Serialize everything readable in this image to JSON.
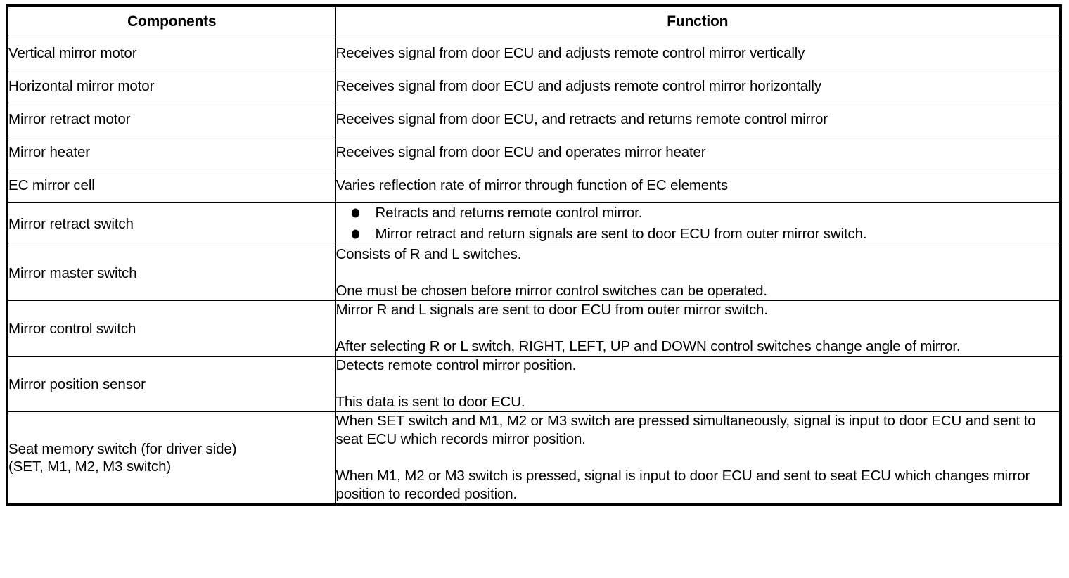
{
  "table": {
    "headers": {
      "components": "Components",
      "function": "Function"
    },
    "rows": [
      {
        "component": "Vertical mirror motor",
        "function": "Receives signal from door ECU and adjusts remote control mirror vertically"
      },
      {
        "component": "Horizontal mirror motor",
        "function": "Receives signal from door ECU and adjusts remote control mirror horizontally"
      },
      {
        "component": "Mirror retract motor",
        "function": "Receives signal from door ECU, and retracts and returns remote control mirror"
      },
      {
        "component": "Mirror heater",
        "function": "Receives signal from door ECU and operates mirror heater"
      },
      {
        "component": "EC mirror cell",
        "function": "Varies reflection rate of mirror through function of EC elements"
      },
      {
        "component": "Mirror retract switch",
        "bullets": [
          "Retracts and returns remote control mirror.",
          "Mirror retract and return signals are sent to door ECU from outer mirror switch."
        ]
      },
      {
        "component": "Mirror master switch",
        "paragraphs": [
          "Consists of R and L switches.",
          "One must be chosen before mirror control switches can be operated."
        ]
      },
      {
        "component": "Mirror control switch",
        "paragraphs": [
          "Mirror R and L signals are sent to door ECU from outer mirror switch.",
          "After selecting R or L switch, RIGHT, LEFT, UP and DOWN control switches change angle of mirror."
        ]
      },
      {
        "component": "Mirror position sensor",
        "paragraphs": [
          "Detects remote control mirror position.",
          "This data is sent to door ECU."
        ]
      },
      {
        "component_lines": [
          "Seat memory switch (for driver side)",
          "(SET, M1, M2, M3 switch)"
        ],
        "paragraphs": [
          "When SET switch and M1, M2 or M3 switch are pressed simultaneously, signal is input to door ECU and sent to seat ECU which records mirror position.",
          "When M1, M2 or M3 switch is pressed, signal is input to door ECU and sent to seat ECU which changes mirror position to recorded position."
        ]
      }
    ]
  }
}
